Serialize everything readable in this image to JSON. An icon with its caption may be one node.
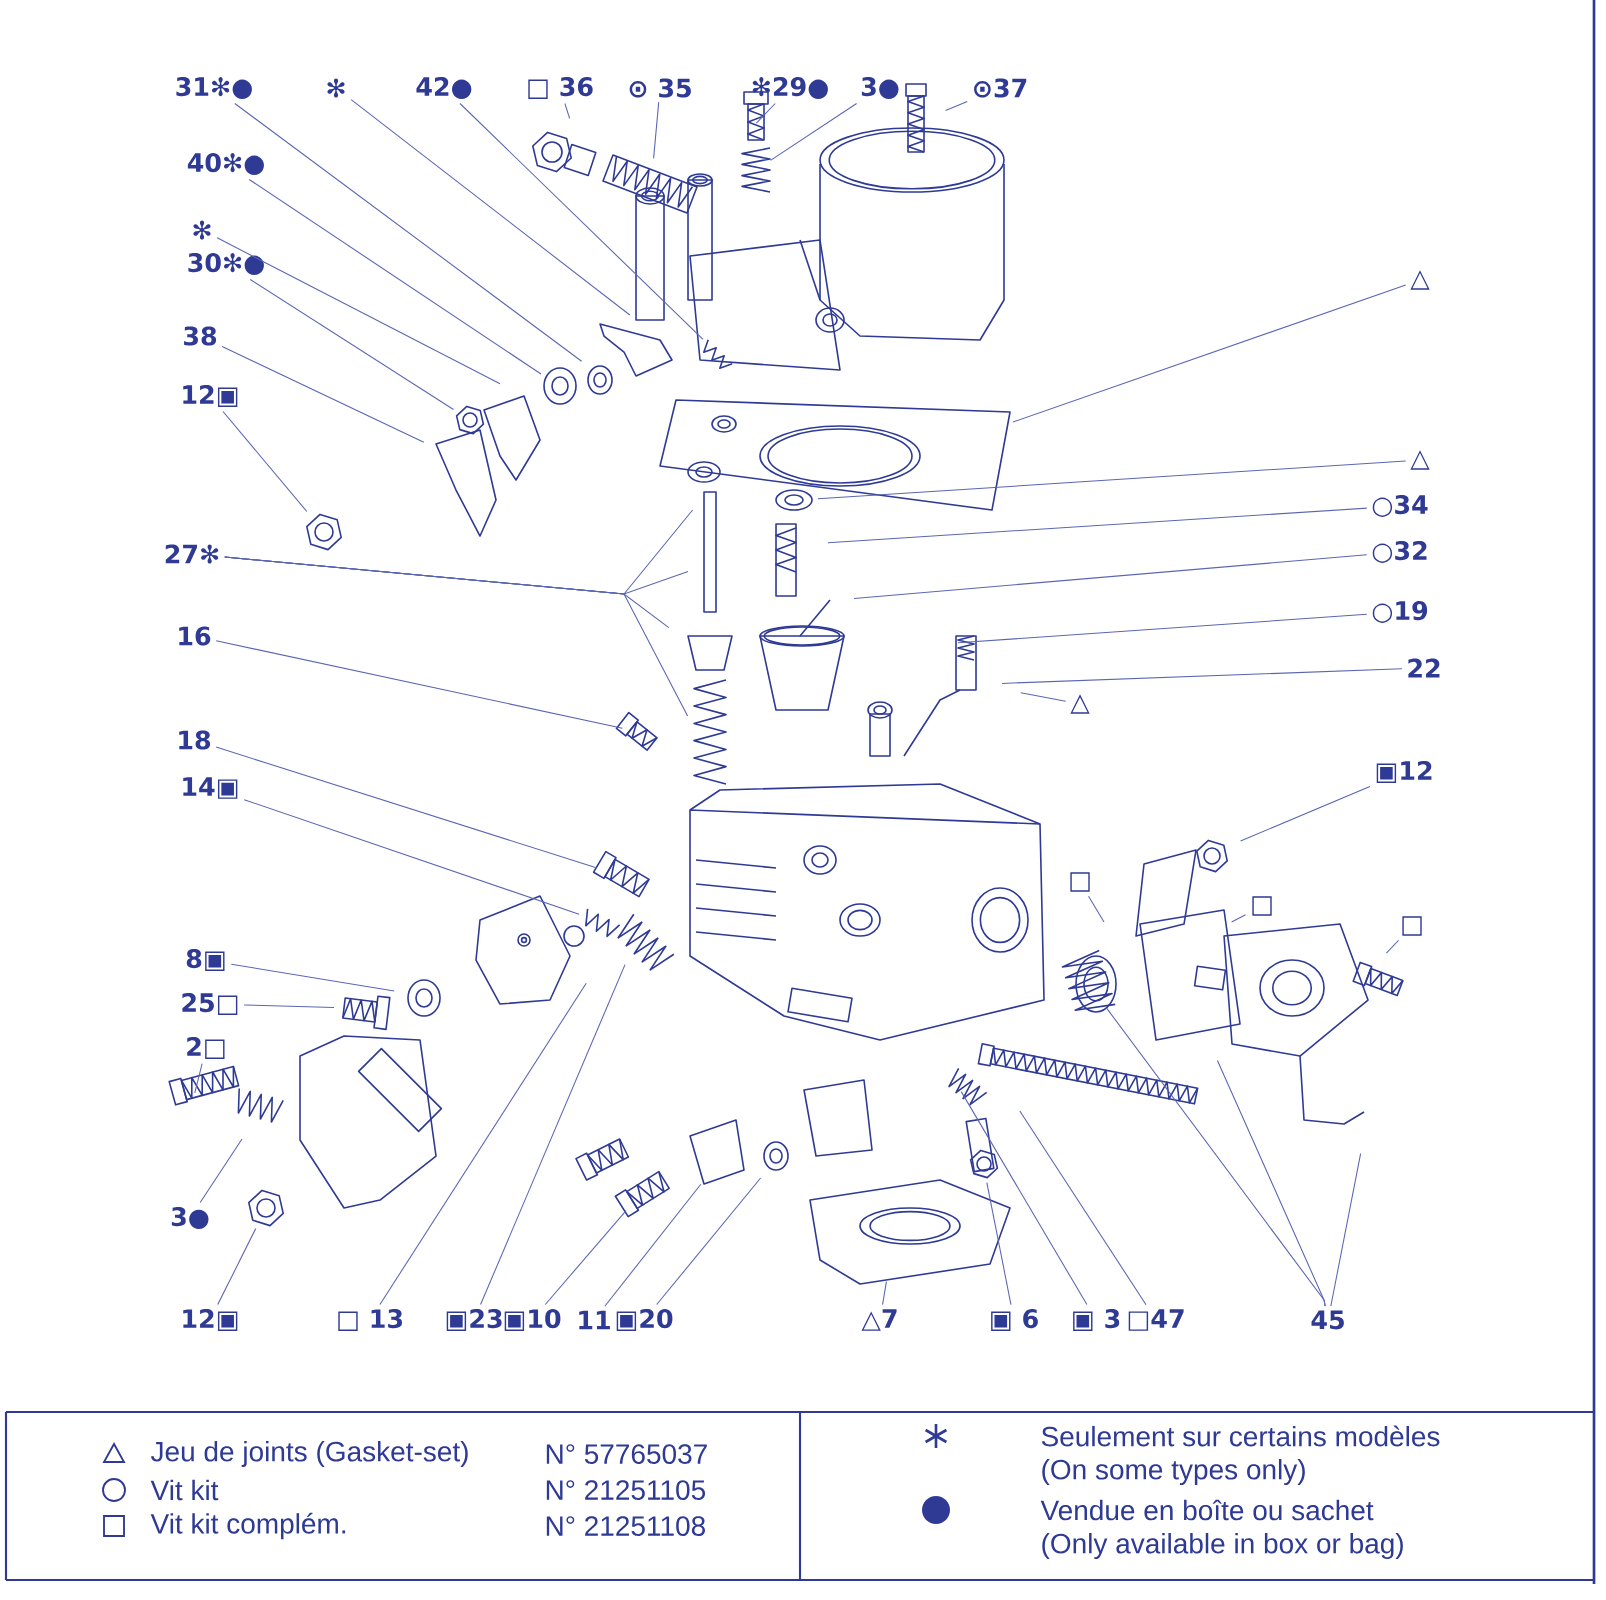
{
  "diagram": {
    "nodes": [
      {
        "text": [
          "31✻●"
        ]
      },
      {
        "text": [
          "✻"
        ]
      },
      {
        "text": [
          "42●"
        ]
      },
      {
        "text": [
          "□ 36"
        ]
      },
      {
        "text": [
          "⊙ 35"
        ]
      },
      {
        "text": [
          "✻29●"
        ]
      },
      {
        "text": [
          "3●"
        ]
      },
      {
        "text": [
          "⊙37"
        ]
      },
      {
        "text": [
          "40✻●"
        ]
      },
      {
        "text": [
          "✻"
        ]
      },
      {
        "text": [
          "30✻●"
        ]
      },
      {
        "text": [
          "38"
        ]
      },
      {
        "text": [
          "12▣"
        ]
      },
      {
        "text": [
          "△"
        ]
      },
      {
        "text": [
          "△"
        ]
      },
      {
        "text": [
          "○34"
        ]
      },
      {
        "text": [
          "○32"
        ]
      },
      {
        "text": [
          "○19"
        ]
      },
      {
        "text": [
          "22"
        ]
      },
      {
        "text": [
          "△"
        ]
      },
      {
        "text": [
          "27✻"
        ]
      },
      {
        "text": [
          "16"
        ]
      },
      {
        "text": [
          "18"
        ]
      },
      {
        "text": [
          "14▣"
        ]
      },
      {
        "text": [
          "8▣"
        ]
      },
      {
        "text": [
          "25□"
        ]
      },
      {
        "text": [
          "2□"
        ]
      },
      {
        "text": [
          "3●"
        ]
      },
      {
        "text": [
          "12▣"
        ]
      },
      {
        "text": [
          "□ 13"
        ]
      },
      {
        "text": [
          "▣23"
        ]
      },
      {
        "text": [
          "▣10"
        ]
      },
      {
        "text": [
          "11"
        ]
      },
      {
        "text": [
          "▣20"
        ]
      },
      {
        "text": [
          "△7"
        ]
      },
      {
        "text": [
          "▣ 6"
        ]
      },
      {
        "text": [
          "▣ 3"
        ]
      },
      {
        "text": [
          "□47"
        ]
      },
      {
        "text": [
          "45"
        ]
      },
      {
        "text": [
          "▣12"
        ]
      },
      {
        "text": [
          "□"
        ]
      },
      {
        "text": [
          "□"
        ]
      },
      {
        "text": [
          "□"
        ]
      },
      {
        "text": [],
        "shape": "picture"
      },
      {
        "text": [],
        "shape": "picture"
      },
      {
        "text": [],
        "shape": "picture"
      },
      {
        "text": [],
        "shape": "picture"
      },
      {
        "text": [],
        "shape": "picture"
      },
      {
        "text": [],
        "shape": "picture"
      },
      {
        "text": [],
        "shape": "picture"
      }
    ],
    "edges": [
      {
        "from": 0,
        "to": null,
        "arrow": "none"
      },
      {
        "from": 1,
        "to": null,
        "arrow": "none"
      },
      {
        "from": 2,
        "to": null,
        "arrow": "none"
      },
      {
        "from": 3,
        "to": null,
        "arrow": "none"
      },
      {
        "from": 4,
        "to": null,
        "arrow": "none"
      },
      {
        "from": 5,
        "to": null,
        "arrow": "none"
      },
      {
        "from": 6,
        "to": 43,
        "arrow": "none"
      },
      {
        "from": 7,
        "to": null,
        "arrow": "none"
      },
      {
        "from": 8,
        "to": null,
        "arrow": "none"
      },
      {
        "from": 9,
        "to": null,
        "arrow": "none"
      },
      {
        "from": 10,
        "to": 44,
        "arrow": "none"
      },
      {
        "from": 11,
        "to": null,
        "arrow": "none"
      },
      {
        "from": 12,
        "to": 45,
        "arrow": "none"
      },
      {
        "from": 13,
        "to": null,
        "arrow": "none"
      },
      {
        "from": 14,
        "to": null,
        "arrow": "none"
      },
      {
        "from": 15,
        "to": null,
        "arrow": "none"
      },
      {
        "from": 16,
        "to": null,
        "arrow": "none"
      },
      {
        "from": 17,
        "to": null,
        "arrow": "none"
      },
      {
        "from": 18,
        "to": null,
        "arrow": "none"
      },
      {
        "from": 19,
        "to": null,
        "arrow": "none"
      },
      {
        "from": 20,
        "to": null,
        "arrow": "none"
      },
      {
        "from": 20,
        "to": null,
        "arrow": "none"
      },
      {
        "from": 20,
        "to": null,
        "arrow": "none"
      },
      {
        "from": 20,
        "to": null,
        "arrow": "none"
      },
      {
        "from": 21,
        "to": null,
        "arrow": "none"
      },
      {
        "from": 22,
        "to": 46,
        "arrow": "none"
      },
      {
        "from": 23,
        "to": null,
        "arrow": "none"
      },
      {
        "from": 24,
        "to": null,
        "arrow": "none"
      },
      {
        "from": 25,
        "to": null,
        "arrow": "none"
      },
      {
        "from": 26,
        "to": null,
        "arrow": "none"
      },
      {
        "from": 27,
        "to": null,
        "arrow": "none"
      },
      {
        "from": 28,
        "to": 47,
        "arrow": "none"
      },
      {
        "from": 29,
        "to": null,
        "arrow": "none"
      },
      {
        "from": 30,
        "to": null,
        "arrow": "none"
      },
      {
        "from": 31,
        "to": 48,
        "arrow": "none"
      },
      {
        "from": 32,
        "to": null,
        "arrow": "none"
      },
      {
        "from": 33,
        "to": null,
        "arrow": "none"
      },
      {
        "from": 34,
        "to": null,
        "arrow": "none"
      },
      {
        "from": 35,
        "to": 49,
        "arrow": "none"
      },
      {
        "from": 36,
        "to": null,
        "arrow": "none"
      },
      {
        "from": 37,
        "to": null,
        "arrow": "none"
      },
      {
        "from": 38,
        "to": null,
        "arrow": "none"
      },
      {
        "from": 38,
        "to": null,
        "arrow": "none"
      },
      {
        "from": 38,
        "to": null,
        "arrow": "none"
      },
      {
        "from": 39,
        "to": null,
        "arrow": "none"
      },
      {
        "from": 40,
        "to": null,
        "arrow": "none"
      },
      {
        "from": 41,
        "to": null,
        "arrow": "none"
      },
      {
        "from": 42,
        "to": null,
        "arrow": "none"
      }
    ],
    "labels": [
      "N° 57765037",
      "N° 21251105",
      "N° 21251108",
      "(On some types only)",
      "(Only available in box or bag)"
    ],
    "legend": [
      {
        "text": "Jeu de joints (Gasket-set)"
      },
      {
        "text": "Vit kit"
      },
      {
        "text": "Vit kit complém."
      },
      {
        "text": "Seulement sur certains modèles"
      },
      {
        "text": "Vendue en boîte ou sachet"
      }
    ]
  }
}
